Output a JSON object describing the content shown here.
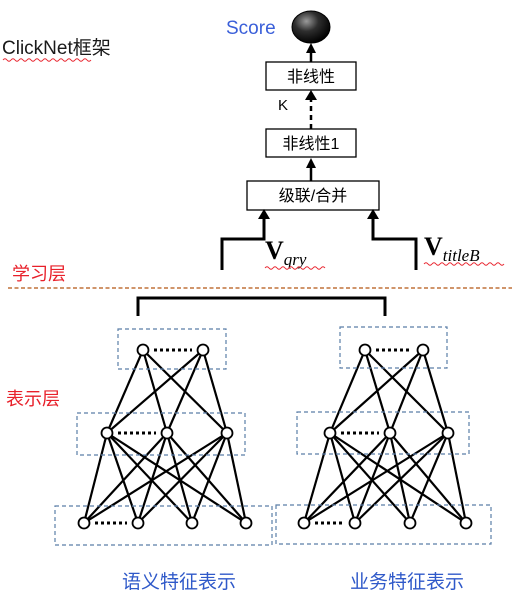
{
  "title": "ClickNet框架",
  "output": {
    "label": "Score"
  },
  "stack": {
    "top_box": "非线性",
    "repeat_label": "K",
    "mid_box": "非线性1",
    "concat_box": "级联/合并"
  },
  "vectors": {
    "query": {
      "base": "V",
      "sub": "qry"
    },
    "title": {
      "base": "V",
      "sub": "titleB"
    }
  },
  "layers": {
    "learning": "学习层",
    "representation": "表示层"
  },
  "networks": {
    "left": {
      "caption": "语义特征表示"
    },
    "right": {
      "caption": "业务特征表示"
    }
  },
  "colors": {
    "title_text": "#1a1a1a",
    "score_text": "#3a5fd9",
    "layer_label": "#e8202a",
    "divider": "#c0723a",
    "caption": "#2f59c9",
    "dashed_box": "#5b7ea8",
    "spellcheck": "#e8202a"
  }
}
